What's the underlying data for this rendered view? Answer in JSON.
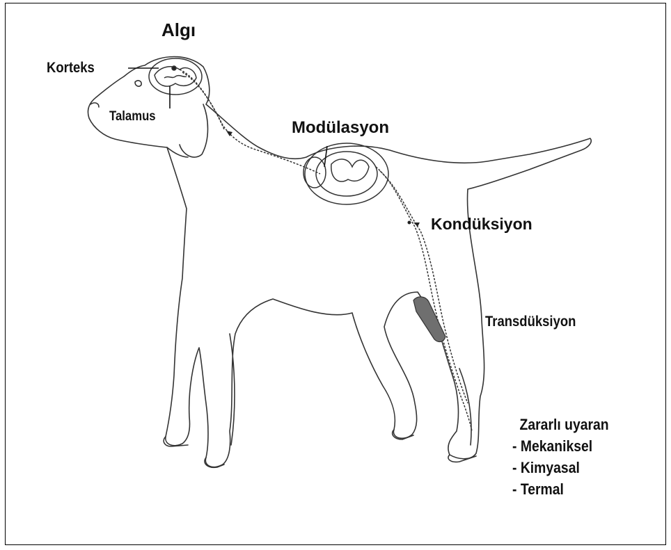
{
  "labels": {
    "algi": "Algı",
    "korteks": "Korteks",
    "talamus": "Talamus",
    "modulasyon": "Modülasyon",
    "konduksiyon": "Kondüksiyon",
    "transduksiyon": "Transdüksiyon"
  },
  "stimulus": {
    "title": "Zararlı uyaran",
    "items": [
      "- Mekaniksel",
      "- Kimyasal",
      "- Termal"
    ]
  },
  "colors": {
    "line": "#333333",
    "muscle": "#707070",
    "text": "#111111"
  }
}
